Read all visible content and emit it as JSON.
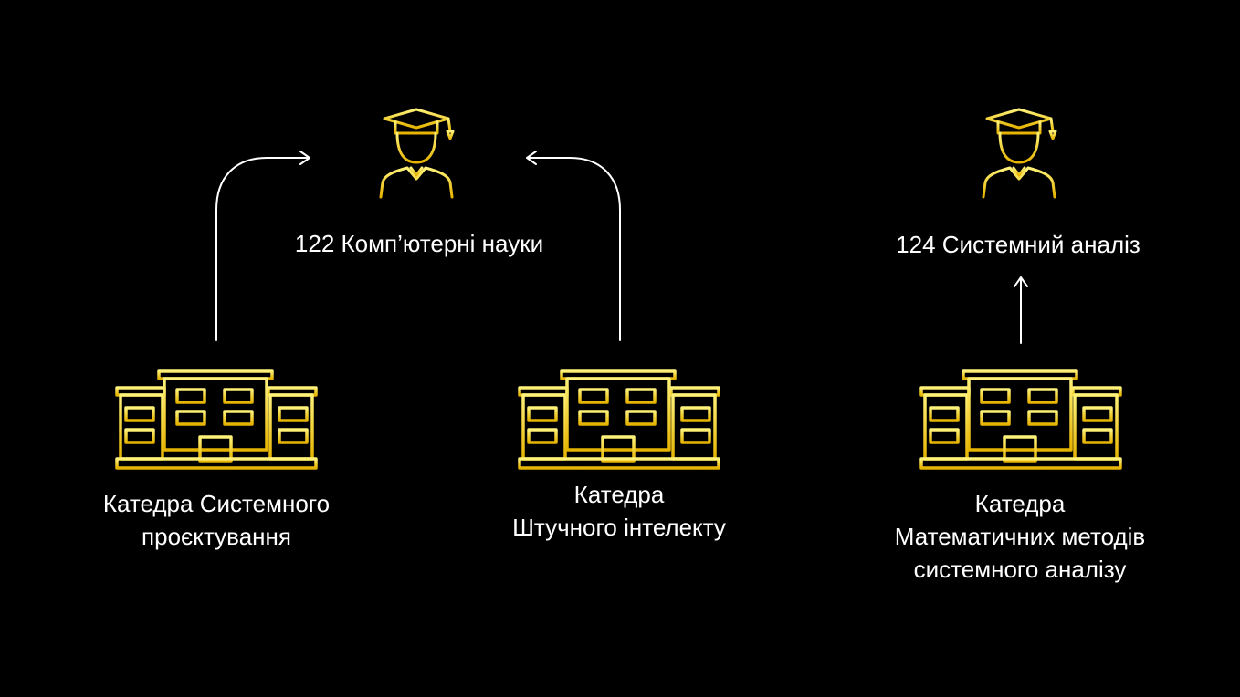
{
  "colors": {
    "background": "#000000",
    "text": "#ffffff",
    "arrow": "#ffffff",
    "icon_gold_light": "#fff27a",
    "icon_gold_dark": "#e6b400"
  },
  "specialties": [
    {
      "id": "cs",
      "label": "122 Комп’ютерні науки",
      "icon": "graduate-icon"
    },
    {
      "id": "sa",
      "label": "124 Системний аналіз",
      "icon": "graduate-icon"
    }
  ],
  "departments": [
    {
      "id": "sp",
      "lines": [
        "Катедра Системного",
        "проєктування"
      ],
      "icon": "building-icon",
      "target": "cs"
    },
    {
      "id": "ai",
      "lines": [
        "Катедра",
        "Штучного інтелекту"
      ],
      "icon": "building-icon",
      "target": "cs"
    },
    {
      "id": "mm",
      "lines": [
        "Катедра",
        "Математичних методів",
        "системного аналізу"
      ],
      "icon": "building-icon",
      "target": "sa"
    }
  ]
}
